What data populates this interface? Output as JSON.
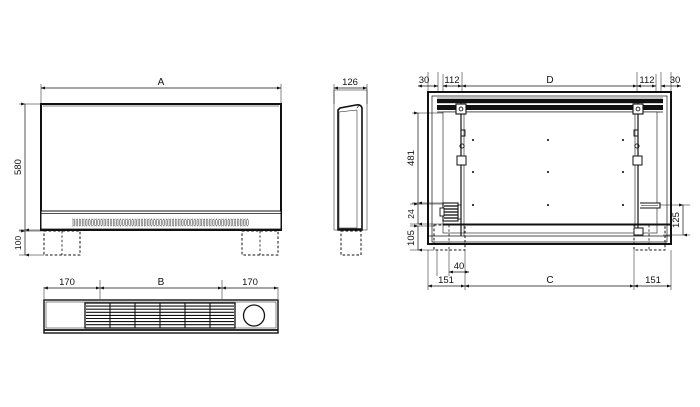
{
  "drawing": {
    "title": "Wall-mounted storage heater dimensional drawing",
    "units": "mm",
    "line_color": "#111111",
    "dim_color": "#111111",
    "bg_color": "#ffffff"
  },
  "views": {
    "front": {
      "name": "front-elevation",
      "letter_width": "A",
      "height": "580",
      "foot_height": "100",
      "features": [
        "outlet-grille-perforations",
        "dashed-feet"
      ]
    },
    "plan": {
      "name": "bottom-plan",
      "letter_width": "B",
      "left_offset": "170",
      "right_offset": "170",
      "features": [
        "louvre-grille",
        "control-knob-circle"
      ]
    },
    "side": {
      "name": "side-elevation",
      "depth": "126",
      "features": [
        "dashed-foot"
      ]
    },
    "rear": {
      "name": "rear-mounting-view",
      "letter_width_top": "D",
      "letter_width_bottom": "C",
      "top_left_edge": "30",
      "top_left_bracket": "112",
      "top_right_bracket": "112",
      "top_right_edge": "30",
      "inner_height": "481",
      "lower_band": "24",
      "foot_height": "105",
      "foot_inset": "40",
      "bottom_left": "151",
      "bottom_right": "151",
      "right_height": "125",
      "features": [
        "top-rail",
        "mounting-brackets",
        "terminal-block",
        "mounting-point-dots",
        "dashed-feet"
      ]
    }
  },
  "dimensions": {
    "A": "A",
    "B": "B",
    "C": "C",
    "D": "D",
    "d580": "580",
    "d100": "100",
    "d170_left": "170",
    "d170_right": "170",
    "d126": "126",
    "d30_left": "30",
    "d112_left": "112",
    "d112_right": "112",
    "d30_right": "30",
    "d481": "481",
    "d24": "24",
    "d105": "105",
    "d40": "40",
    "d151_left": "151",
    "d151_right": "151",
    "d125": "125"
  }
}
